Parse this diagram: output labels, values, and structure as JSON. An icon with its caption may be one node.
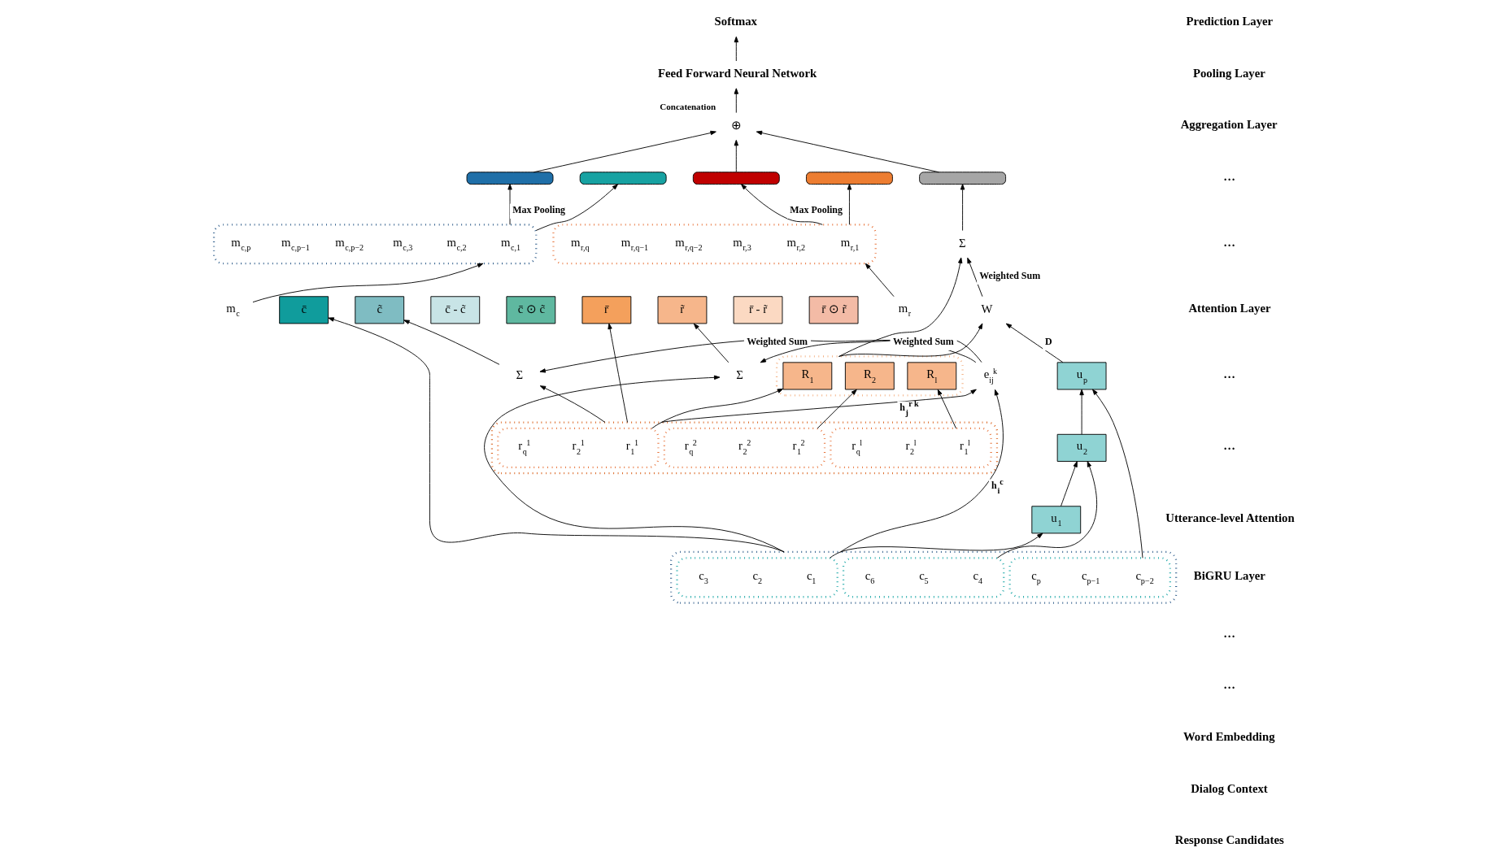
{
  "diagram": {
    "nodes": [
      {
        "text": [
          "Softmax"
        ]
      },
      {
        "text": [
          "Feed Forward Neural Network"
        ]
      },
      {
        "text": [
          "⊕"
        ],
        "beside": [
          "Concatenation"
        ]
      },
      {
        "text": [],
        "shape": "bar"
      },
      {
        "text": [],
        "shape": "bar"
      },
      {
        "text": [],
        "shape": "bar"
      },
      {
        "text": [],
        "shape": "bar"
      },
      {
        "text": [],
        "shape": "bar"
      },
      {
        "text": [],
        "shape": "box"
      },
      {
        "text": [
          "m$_{c,1}$"
        ],
        "in": 8
      },
      {
        "text": [
          "m$_{c,2}$"
        ],
        "in": 8
      },
      {
        "text": [
          "m$_{c,3}$"
        ],
        "in": 8
      },
      {
        "text": [
          "m$_{c,p−2}$"
        ],
        "in": 8
      },
      {
        "text": [
          "m$_{c,p−1}$"
        ],
        "in": 8
      },
      {
        "text": [
          "m$_{c,p}$"
        ],
        "in": 8
      },
      {
        "text": [],
        "shape": "box"
      },
      {
        "text": [
          "m$_{r,1}$"
        ],
        "in": 15
      },
      {
        "text": [
          "m$_{r,2}$"
        ],
        "in": 15
      },
      {
        "text": [
          "m$_{r,3}$"
        ],
        "in": 15
      },
      {
        "text": [
          "m$_{r,q−2}$"
        ],
        "in": 15
      },
      {
        "text": [
          "m$_{r,q−1}$"
        ],
        "in": 15
      },
      {
        "text": [
          "m$_{r,q}$"
        ],
        "in": 15
      },
      {
        "text": [
          "m$_{c}$"
        ]
      },
      {
        "text": [
          "c̄"
        ]
      },
      {
        "text": [
          "c̃"
        ]
      },
      {
        "text": [
          "c̄ - c̃"
        ]
      },
      {
        "text": [
          "c̄ ⊙ c̃"
        ]
      },
      {
        "text": [
          "r̄"
        ]
      },
      {
        "text": [
          "r̃"
        ]
      },
      {
        "text": [
          "r̄ - r̃"
        ]
      },
      {
        "text": [
          "r̄ ⊙ r̃"
        ]
      },
      {
        "text": [
          "m$_{r}$"
        ]
      },
      {
        "text": [
          "Σ"
        ]
      },
      {
        "text": [
          "e$_{ij}$$^{k}$"
        ]
      },
      {
        "text": [
          "Σ"
        ]
      },
      {
        "text": [
          "W"
        ]
      },
      {
        "text": [
          "Σ"
        ]
      },
      {
        "text": [],
        "shape": "box"
      },
      {
        "text": [],
        "shape": "box",
        "in": 37
      },
      {
        "text": [
          "c$_{1}$"
        ],
        "in": 38
      },
      {
        "text": [
          "c$_{2}$"
        ],
        "in": 38
      },
      {
        "text": [
          "c$_{3}$"
        ],
        "in": 38
      },
      {
        "text": [],
        "shape": "box",
        "in": 37
      },
      {
        "text": [
          "c$_{4}$"
        ],
        "in": 42
      },
      {
        "text": [
          "c$_{5}$"
        ],
        "in": 42
      },
      {
        "text": [
          "c$_{6}$"
        ],
        "in": 42
      },
      {
        "text": [],
        "shape": "box",
        "in": 37
      },
      {
        "text": [
          "c$_{p−2}$"
        ],
        "in": 46
      },
      {
        "text": [
          "c$_{p−1}$"
        ],
        "in": 46
      },
      {
        "text": [
          "c$_{p}$"
        ],
        "in": 46
      },
      {
        "text": [
          "u$_{1}$"
        ]
      },
      {
        "text": [
          "u$_{2}$"
        ]
      },
      {
        "text": [
          "u$_{p}$"
        ]
      },
      {
        "text": [],
        "shape": "box"
      },
      {
        "text": [],
        "shape": "box",
        "in": 53
      },
      {
        "text": [
          "r$_{1}$$^{1}$"
        ],
        "in": 54
      },
      {
        "text": [
          "r$_{2}$$^{1}$"
        ],
        "in": 54
      },
      {
        "text": [
          "r$_{q}$$^{1}$"
        ],
        "in": 54
      },
      {
        "text": [],
        "shape": "box",
        "in": 53
      },
      {
        "text": [
          "r$_{1}$$^{2}$"
        ],
        "in": 58
      },
      {
        "text": [
          "r$_{2}$$^{2}$"
        ],
        "in": 58
      },
      {
        "text": [
          "r$_{q}$$^{2}$"
        ],
        "in": 58
      },
      {
        "text": [],
        "shape": "box",
        "in": 53
      },
      {
        "text": [
          "r$_{1}$$^{l}$"
        ],
        "in": 62
      },
      {
        "text": [
          "r$_{2}$$^{l}$"
        ],
        "in": 62
      },
      {
        "text": [
          "r$_{q}$$^{l}$"
        ],
        "in": 62
      },
      {
        "text": [],
        "shape": "box"
      },
      {
        "text": [
          "R$_{1}$"
        ],
        "in": 66
      },
      {
        "text": [
          "R$_{2}$"
        ],
        "in": 66
      },
      {
        "text": [
          "R$_{l}$"
        ],
        "in": 66
      }
    ],
    "edges": [
      {
        "from": 1,
        "to": 0,
        "arrow": "to"
      },
      {
        "from": 2,
        "to": 1,
        "arrow": "to"
      },
      {
        "from": 3,
        "to": 2,
        "arrow": "to"
      },
      {
        "from": 5,
        "to": 2,
        "arrow": "to"
      },
      {
        "from": 7,
        "to": 2,
        "arrow": "to"
      },
      {
        "from": 8,
        "to": 3,
        "arrow": "to",
        "label": "Max Pooling"
      },
      {
        "from": 8,
        "to": 4,
        "arrow": "to"
      },
      {
        "from": 15,
        "to": 5,
        "arrow": "to",
        "label": "Max Pooling"
      },
      {
        "from": 15,
        "to": 6,
        "arrow": "to"
      },
      {
        "from": 22,
        "to": 8,
        "arrow": "to"
      },
      {
        "from": 31,
        "to": 15,
        "arrow": "to"
      },
      {
        "from": 37,
        "to": 23,
        "arrow": "to"
      },
      {
        "from": 32,
        "to": 24,
        "arrow": "to"
      },
      {
        "from": 33,
        "to": 32,
        "arrow": "to",
        "label": "Weighted Sum"
      },
      {
        "from": 33,
        "to": 34,
        "arrow": "to",
        "label": "Weighted Sum"
      },
      {
        "from": 53,
        "to": 27,
        "arrow": "to"
      },
      {
        "from": 34,
        "to": 28,
        "arrow": "to"
      },
      {
        "from": 37,
        "to": 33,
        "arrow": "to",
        "label": "h$_{i}$$^{c}$"
      },
      {
        "from": 53,
        "to": 33,
        "arrow": "to",
        "label": "h$_{j}$$^{r k}$"
      },
      {
        "from": 37,
        "to": 34,
        "arrow": "to"
      },
      {
        "from": 53,
        "to": 32,
        "arrow": "to"
      },
      {
        "from": 38,
        "to": 50,
        "arrow": "to"
      },
      {
        "from": 42,
        "to": 51,
        "arrow": "to"
      },
      {
        "from": 46,
        "to": 52,
        "arrow": "to"
      },
      {
        "from": 50,
        "to": 51,
        "arrow": "to"
      },
      {
        "from": 51,
        "to": 52,
        "arrow": "to"
      },
      {
        "from": 52,
        "to": 35,
        "arrow": "to",
        "label": "D"
      },
      {
        "from": 54,
        "to": 67,
        "arrow": "to"
      },
      {
        "from": 58,
        "to": 68,
        "arrow": "to"
      },
      {
        "from": 62,
        "to": 69,
        "arrow": "to"
      },
      {
        "from": 66,
        "to": 35,
        "arrow": "to"
      },
      {
        "from": 66,
        "to": 36,
        "arrow": "to"
      },
      {
        "from": 35,
        "to": 36,
        "arrow": "to",
        "label": "Weighted Sum"
      },
      {
        "from": 36,
        "to": 7,
        "arrow": "to"
      }
    ],
    "labels": [
      "Prediction Layer",
      "Pooling Layer",
      "Aggregation Layer",
      "…",
      "…",
      "Attention Layer",
      "…",
      "…",
      "Utterance-level Attention",
      "BiGRU Layer",
      "…",
      "…",
      "Word Embedding",
      "Dialog Context",
      "Response Candidates"
    ]
  }
}
